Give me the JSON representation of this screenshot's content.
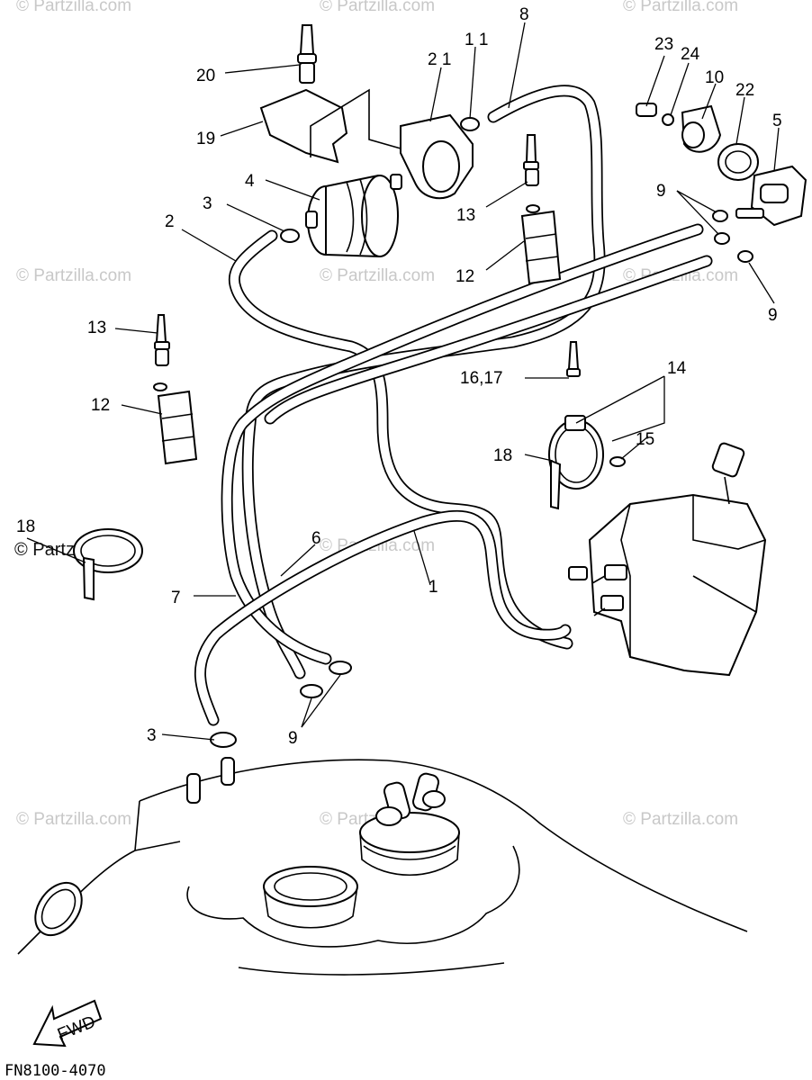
{
  "watermark": "© Partzilla.com",
  "diagram_code": "FN8100-4070",
  "fwd_label": "FWD",
  "callouts": {
    "p1": "1",
    "p2": "2",
    "p3a": "3",
    "p3b": "3",
    "p4": "4",
    "p5": "5",
    "p6": "6",
    "p7": "7",
    "p8": "8",
    "p9a": "9",
    "p9b": "9",
    "p9c": "9",
    "p10": "10",
    "p11": "1 1",
    "p12a": "12",
    "p12b": "12",
    "p13a": "13",
    "p13b": "13",
    "p14": "14",
    "p15": "15",
    "p1617": "16,17",
    "p18a": "18",
    "p18b": "18",
    "p19": "19",
    "p20": "20",
    "p21": "2 1",
    "p22": "22",
    "p23": "23",
    "p24": "24"
  }
}
